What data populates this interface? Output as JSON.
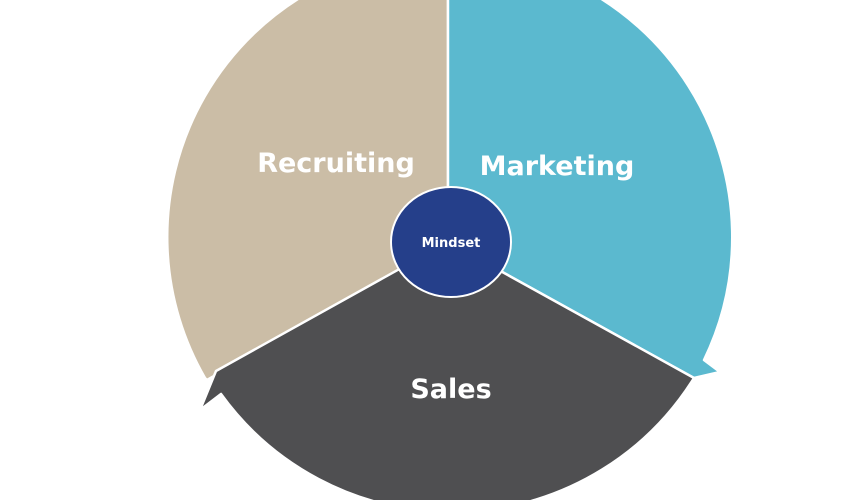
{
  "diagram": {
    "segments": [
      {
        "key": "recruiting",
        "label": "Recruiting",
        "color": "#cbbda6"
      },
      {
        "key": "marketing",
        "label": "Marketing",
        "color": "#5bb9cf"
      },
      {
        "key": "sales",
        "label": "Sales",
        "color": "#4f4f51"
      }
    ],
    "center": {
      "label": "Mindset",
      "color": "#253f8a"
    },
    "divider_color": "#ffffff"
  }
}
